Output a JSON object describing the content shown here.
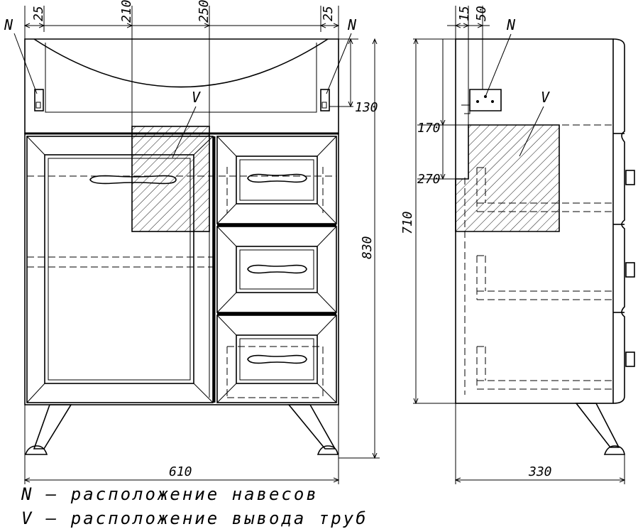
{
  "front_view": {
    "dims": {
      "top_left_margin": "25",
      "top_left_offset": "210",
      "top_center": "250",
      "top_right_margin": "25",
      "hinge_height": "130",
      "total_height": "830",
      "total_width": "610"
    },
    "labels": {
      "hinge_left": "N",
      "hinge_right": "N",
      "pipe_zone": "V"
    }
  },
  "side_view": {
    "dims": {
      "top_a": "15",
      "top_b": "50",
      "pipe_top": "170",
      "pipe_bottom": "270",
      "body_height": "710",
      "depth": "330"
    },
    "labels": {
      "hinge": "N",
      "pipe_zone": "V"
    }
  },
  "legend": [
    {
      "key": "N",
      "text": "N – расположение навесов"
    },
    {
      "key": "V",
      "text": "V – расположение вывода труб"
    }
  ]
}
